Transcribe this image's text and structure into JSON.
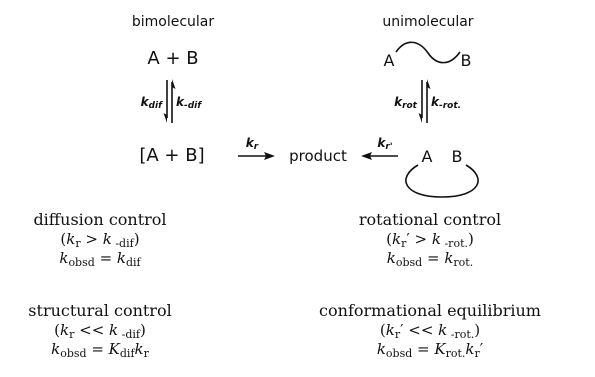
{
  "scheme": {
    "bimolecular": {
      "heading": "bimolecular",
      "reactants": "A + B",
      "k_forward": "k",
      "k_forward_sub": "dif",
      "k_reverse": "k",
      "k_reverse_sub": "-dif",
      "encounter_complex": "[A + B]",
      "k_reaction": "k",
      "k_reaction_sub": "r"
    },
    "product": "product",
    "unimolecular": {
      "heading": "unimolecular",
      "end_a": "A",
      "end_b": "B",
      "k_forward": "k",
      "k_forward_sub": "rot",
      "k_reverse": "k",
      "k_reverse_sub": "-rot.",
      "k_reaction": "k",
      "k_reaction_sub": "r'",
      "cyclic_a": "A",
      "cyclic_b": "B"
    }
  },
  "cases": [
    {
      "title": "diffusion control",
      "condition": [
        "(",
        "k",
        "r",
        " > ",
        "k",
        " -dif",
        ")"
      ],
      "equation": [
        "k",
        "obsd",
        " = ",
        "k",
        "dif"
      ]
    },
    {
      "title": "rotational control",
      "condition": [
        "(",
        "k",
        "r",
        "′ > ",
        "k",
        " -rot.",
        ")"
      ],
      "equation": [
        "k",
        "obsd",
        " = ",
        "k",
        "rot."
      ]
    },
    {
      "title": "structural control",
      "condition": [
        "(",
        "k",
        "r",
        " << ",
        "k",
        " -dif",
        ")"
      ],
      "equation": [
        "k",
        "obsd",
        " = ",
        "K",
        "dif",
        "k",
        "r"
      ]
    },
    {
      "title": "conformational equilibrium",
      "condition": [
        "(",
        "k",
        "r",
        "′ << ",
        "k",
        " -rot.",
        ")"
      ],
      "equation": [
        "k",
        "obsd",
        " = ",
        "K",
        "rot.",
        "k",
        "r",
        "′"
      ]
    }
  ]
}
